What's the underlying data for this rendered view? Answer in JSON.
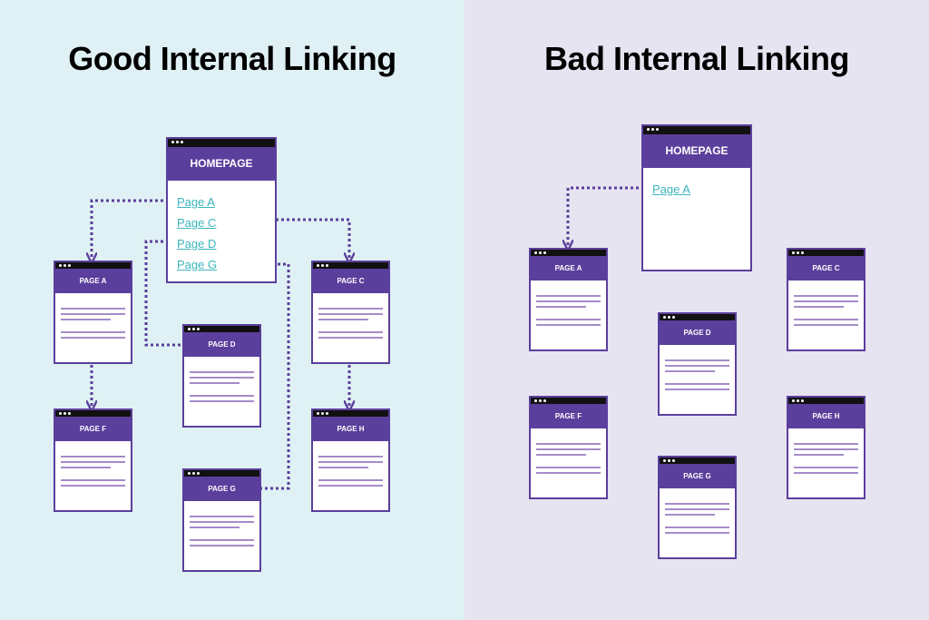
{
  "good": {
    "title": "Good Internal Linking",
    "homepage": {
      "label": "HOMEPAGE",
      "links": [
        "Page A",
        "Page C",
        "Page D",
        "Page G"
      ]
    },
    "pages": {
      "a": "PAGE A",
      "c": "PAGE C",
      "d": "PAGE D",
      "f": "PAGE F",
      "g": "PAGE G",
      "h": "PAGE H"
    }
  },
  "bad": {
    "title": "Bad Internal Linking",
    "homepage": {
      "label": "HOMEPAGE",
      "links": [
        "Page A"
      ]
    },
    "pages": {
      "a": "PAGE A",
      "c": "PAGE C",
      "d": "PAGE D",
      "f": "PAGE F",
      "g": "PAGE G",
      "h": "PAGE H"
    }
  },
  "colors": {
    "left_bg": "#dff1f4",
    "right_bg": "#e6e4f1",
    "purple": "#5b3f9c",
    "link": "#3bb5bb",
    "content_line": "#a58cc9"
  }
}
